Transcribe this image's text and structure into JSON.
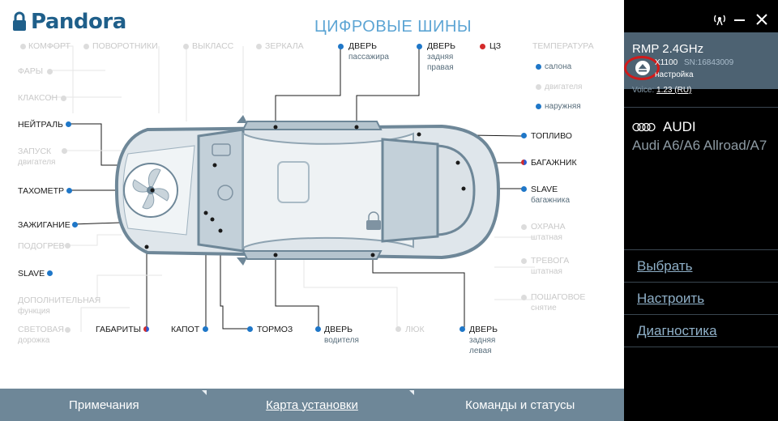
{
  "logo_text": "Pandora",
  "page_title": "ЦИФРОВЫЕ ШИНЫ",
  "labels": {
    "comfort": {
      "title": "КОМФОРТ"
    },
    "turn": {
      "title": "ПОВОРОТНИКИ"
    },
    "outclass": {
      "title": "ВЫКЛАСС"
    },
    "mirrors": {
      "title": "ЗЕРКАЛА"
    },
    "door_pass": {
      "title": "ДВЕРЬ",
      "sub": "пассажира"
    },
    "door_rr": {
      "title": "ДВЕРЬ",
      "sub": "задняя правая"
    },
    "cz": {
      "title": "ЦЗ"
    },
    "temp": {
      "title": "ТЕМПЕРАТУРА"
    },
    "salon": {
      "title": "салона"
    },
    "engine": {
      "title": "двигателя"
    },
    "outside": {
      "title": "наружняя"
    },
    "lights": {
      "title": "ФАРЫ"
    },
    "horn": {
      "title": "КЛАКСОН"
    },
    "neutral": {
      "title": "НЕЙТРАЛЬ"
    },
    "start": {
      "title": "ЗАПУСК",
      "sub": "двигателя"
    },
    "tacho": {
      "title": "ТАХОМЕТР"
    },
    "ignition": {
      "title": "ЗАЖИГАНИЕ"
    },
    "heating": {
      "title": "ПОДОГРЕВ"
    },
    "slave": {
      "title": "SLAVE"
    },
    "extra": {
      "title": "ДОПОЛНИТЕЛЬНАЯ",
      "sub": "функция"
    },
    "lightpath": {
      "title": "СВЕТОВАЯ",
      "sub": "дорожка"
    },
    "gabarity": {
      "title": "ГАБАРИТЫ"
    },
    "hood": {
      "title": "КАПОТ"
    },
    "brake": {
      "title": "ТОРМОЗ"
    },
    "door_driver": {
      "title": "ДВЕРЬ",
      "sub": "водителя"
    },
    "luk": {
      "title": "ЛЮК"
    },
    "door_rl": {
      "title": "ДВЕРЬ",
      "sub": "задняя левая"
    },
    "fuel": {
      "title": "ТОПЛИВО"
    },
    "trunk": {
      "title": "БАГАЖНИК"
    },
    "slave_trunk": {
      "title": "SLAVE",
      "sub": "багажника"
    },
    "guard": {
      "title": "ОХРАНА",
      "sub": "штатная"
    },
    "alarm": {
      "title": "ТРЕВОГА",
      "sub": "штатная"
    },
    "stepoff": {
      "title": "ПОШАГОВОЕ",
      "sub": "снятие"
    }
  },
  "bottom_tabs": [
    {
      "label": "Примечания",
      "active": false
    },
    {
      "label": "Карта установки",
      "active": true
    },
    {
      "label": "Команды и статусы",
      "active": false
    }
  ],
  "device": {
    "name": "RMP 2.4GHz",
    "model": "X1100",
    "sn": "SN:16843009",
    "settings_link": "настройка",
    "voice_label": "Voice:",
    "voice_value": "1.23 (RU)"
  },
  "car": {
    "brand": "AUDI",
    "model": "Audi A6/A6 Allroad/A7"
  },
  "side_buttons": [
    "Выбрать",
    "Настроить",
    "Диагностика"
  ],
  "colors": {
    "accent": "#1f77c8",
    "bar": "#6e8798",
    "panel": "#4d6272"
  }
}
